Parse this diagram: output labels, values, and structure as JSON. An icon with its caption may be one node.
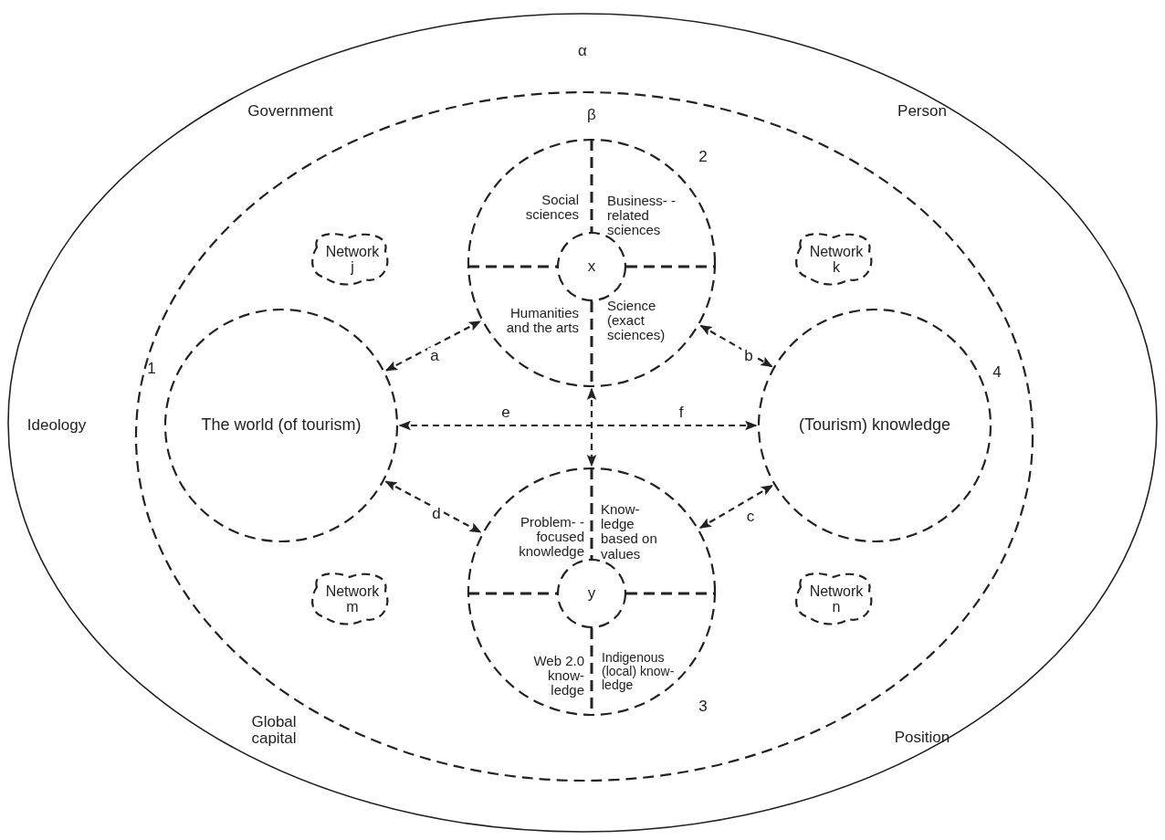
{
  "diagram": {
    "nodes": [
      {
        "text": [
          "α",
          "Government",
          "Person",
          "Ideology",
          "Global capital",
          "Position"
        ]
      },
      {
        "text": [
          "β"
        ],
        "in": 0
      },
      {
        "text": [
          "The world (of tourism)"
        ],
        "beside": [
          "1"
        ],
        "in": 1
      },
      {
        "text": [
          "Social sciences",
          "Business- -related sciences",
          "Humanities and the arts",
          "Science (exact sciences)"
        ],
        "beside": [
          "2"
        ],
        "in": 1
      },
      {
        "text": [
          "x"
        ],
        "in": 3
      },
      {
        "text": [
          "Problem- -focused knowledge",
          "Know- ledge based on values",
          "Web 2.0 know- ledge",
          "Indigenous (local) know- ledge"
        ],
        "beside": [
          "3"
        ],
        "in": 1
      },
      {
        "text": [
          "y"
        ],
        "in": 5
      },
      {
        "text": [
          "(Tourism) knowledge"
        ],
        "beside": [
          "4"
        ],
        "in": 1
      },
      {
        "text": [
          "Network j"
        ],
        "in": 1
      },
      {
        "text": [
          "Network k"
        ],
        "in": 1
      },
      {
        "text": [
          "Network m"
        ],
        "in": 1
      },
      {
        "text": [
          "Network n"
        ],
        "in": 1
      }
    ],
    "edges": [
      {
        "from": 2,
        "to": 3,
        "arrow": "both",
        "label": "a",
        "style": "dashed"
      },
      {
        "from": 3,
        "to": 7,
        "arrow": "both",
        "label": "b",
        "style": "dashed"
      },
      {
        "from": 5,
        "to": 7,
        "arrow": "both",
        "label": "c",
        "style": "dashed"
      },
      {
        "from": 2,
        "to": 5,
        "arrow": "both",
        "label": "d",
        "style": "dashed"
      },
      {
        "from": 2,
        "to": 7,
        "arrow": "both",
        "label": "e",
        "style": "dashed"
      },
      {
        "from": 3,
        "to": 5,
        "arrow": "both",
        "style": "dashed"
      }
    ],
    "labels": [
      "f"
    ]
  }
}
